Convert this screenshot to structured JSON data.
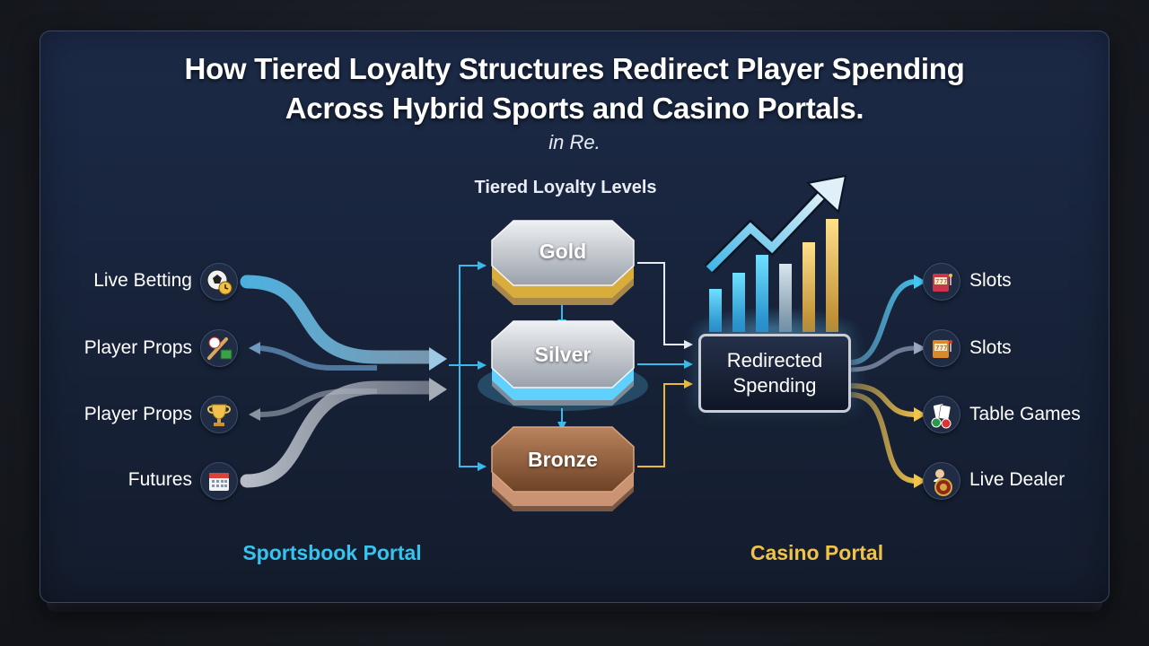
{
  "title": {
    "line1": "How Tiered Loyalty Structures Redirect Player Spending",
    "line2": "Across Hybrid Sports and Casino Portals.",
    "subtitle": "in Re."
  },
  "levels_heading": "Tiered Loyalty Levels",
  "tiers": [
    {
      "label": "Gold",
      "color": "#e2b93b"
    },
    {
      "label": "Silver",
      "color": "#59d2ff"
    },
    {
      "label": "Bronze",
      "color": "#c47a45"
    }
  ],
  "hub": {
    "line1": "Redirected",
    "line2": "Spending"
  },
  "sources": [
    {
      "label": "Live Betting",
      "icon": "soccer-ball-stopwatch-icon"
    },
    {
      "label": "Player Props",
      "icon": "baseball-bat-icon"
    },
    {
      "label": "Player Props",
      "icon": "trophy-icon"
    },
    {
      "label": "Futures",
      "icon": "calendar-icon"
    }
  ],
  "destinations": [
    {
      "label": "Slots",
      "icon": "slot-machine-icon"
    },
    {
      "label": "Slots",
      "icon": "slot-machine-icon"
    },
    {
      "label": "Table Games",
      "icon": "cards-chips-icon"
    },
    {
      "label": "Live Dealer",
      "icon": "roulette-dealer-icon"
    }
  ],
  "portals": {
    "sportsbook": "Sportsbook Portal",
    "casino": "Casino Portal"
  },
  "colors": {
    "sportsbook_accent": "#35c4ee",
    "casino_accent": "#f1c24a",
    "panel": "#1a2640"
  }
}
